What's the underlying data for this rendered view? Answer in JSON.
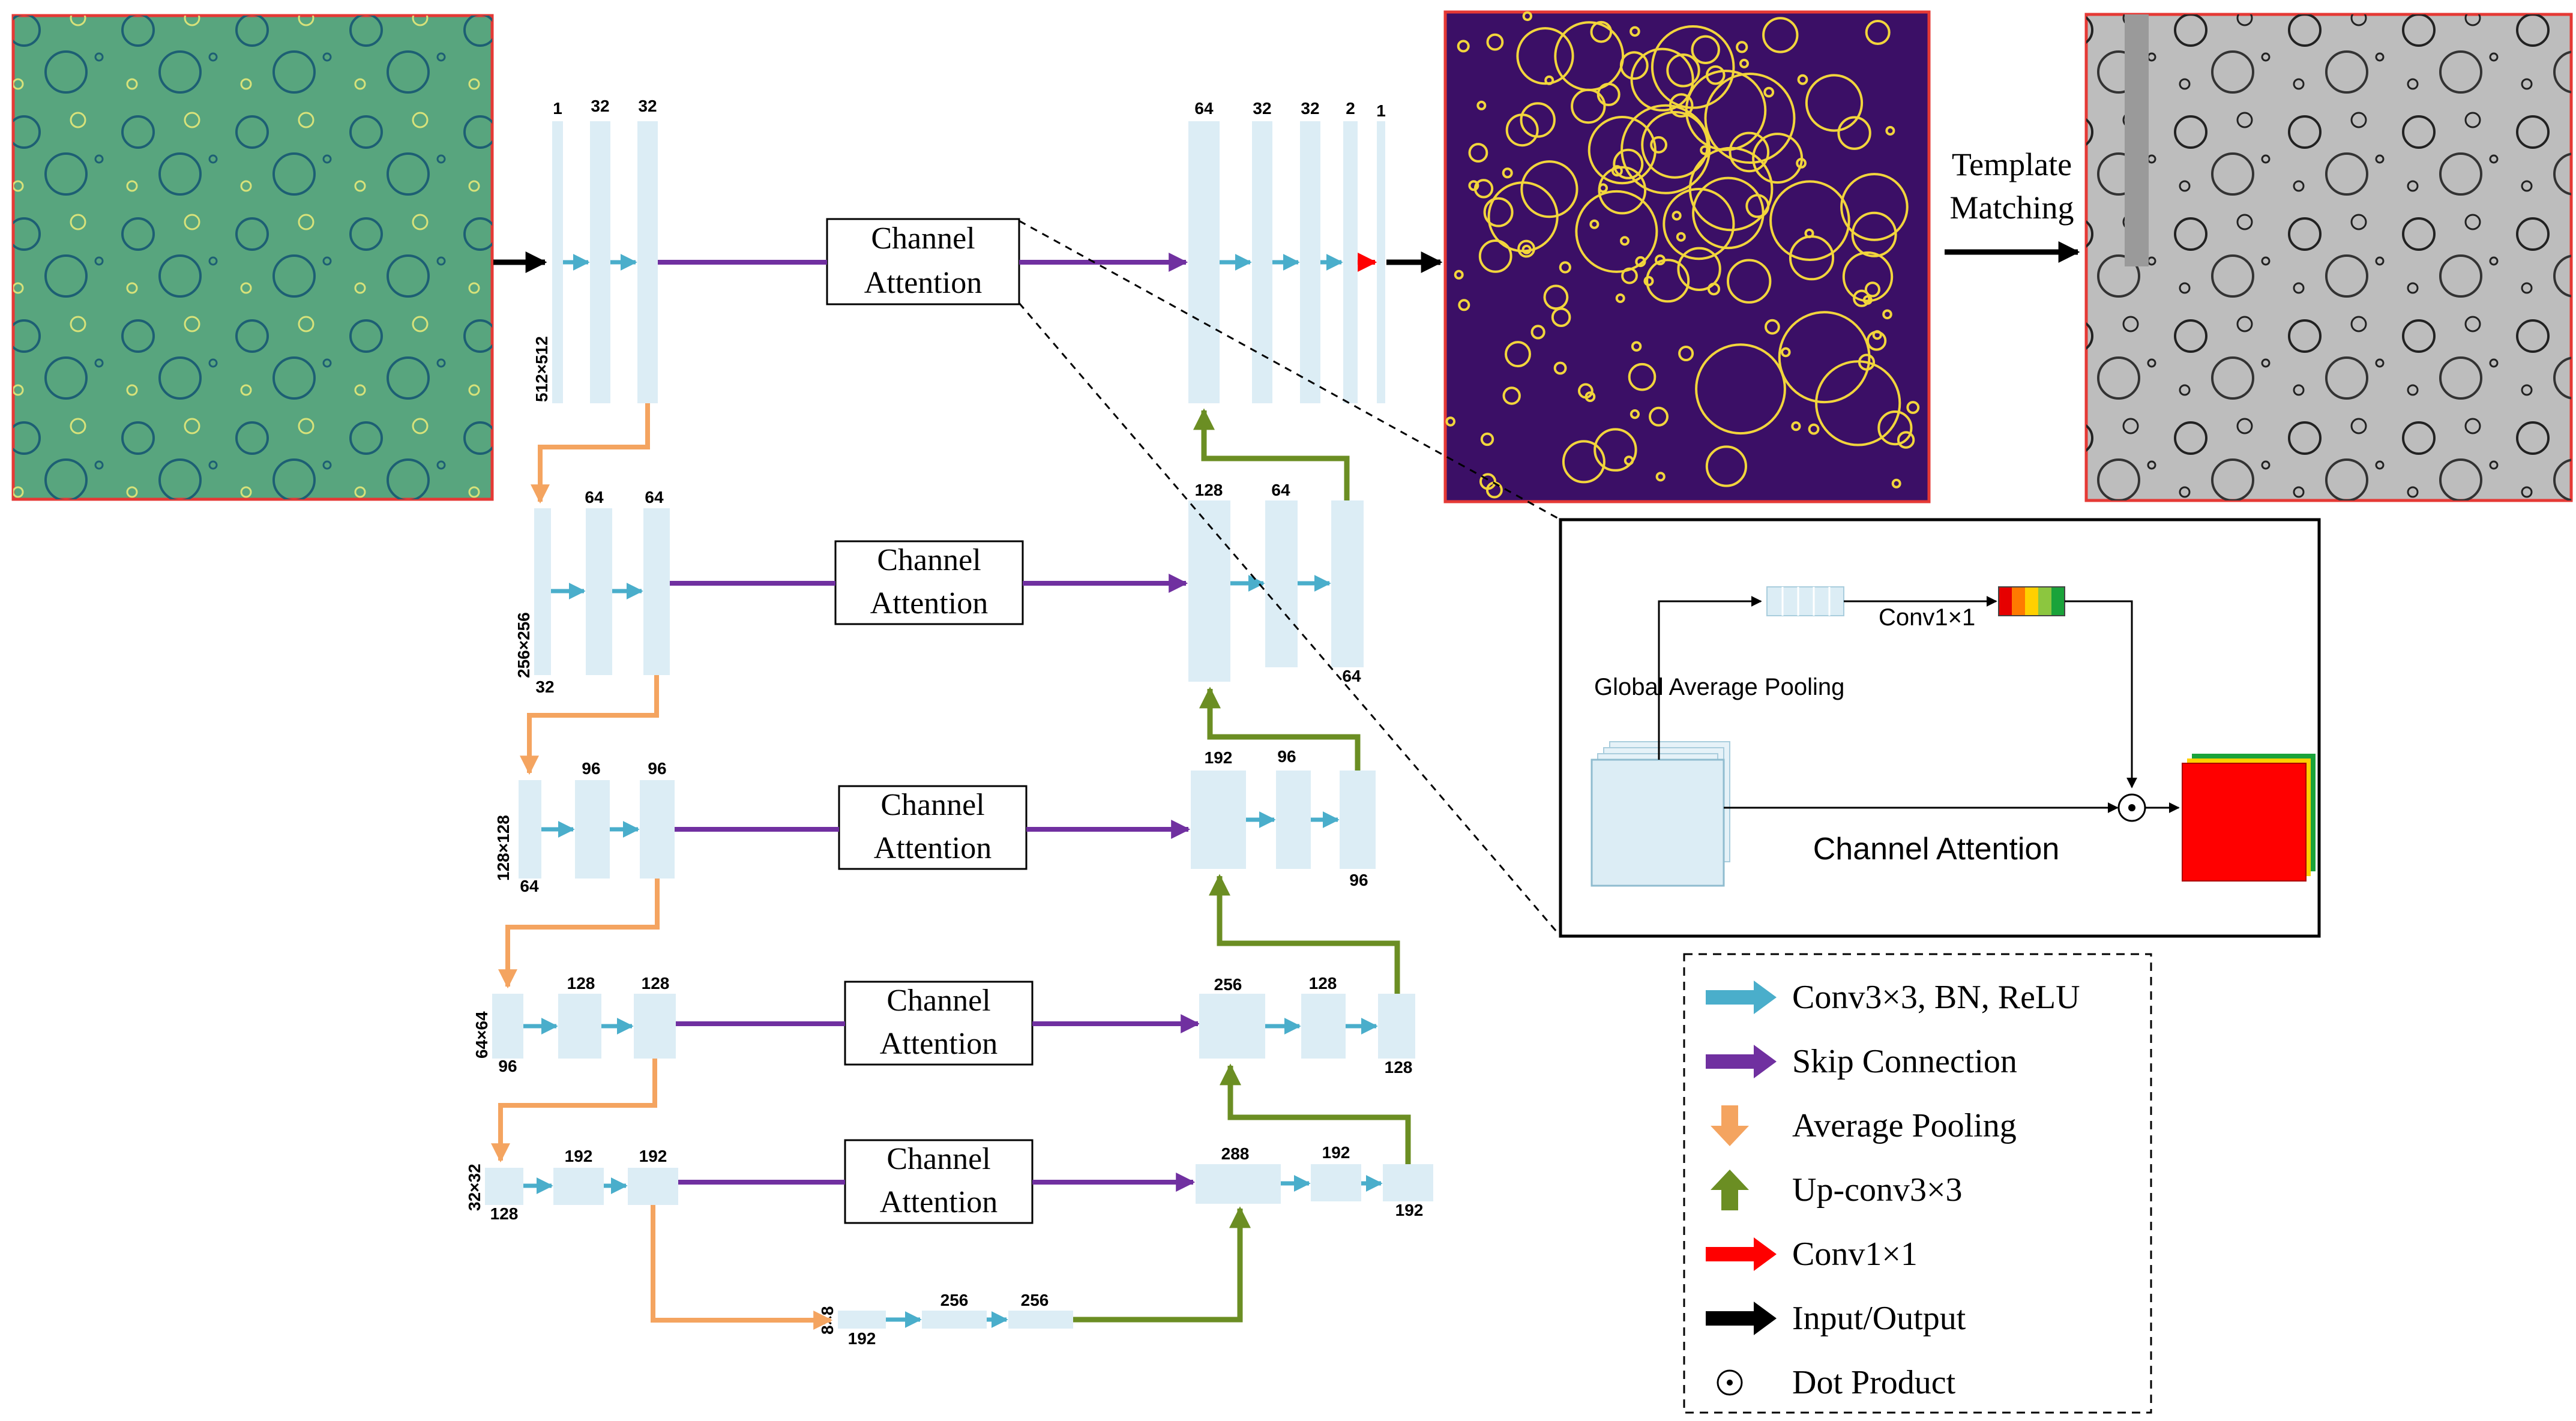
{
  "encoder": {
    "l1": {
      "res": "512×512",
      "c_in": "1",
      "c_a": "32",
      "c_b": "32"
    },
    "l2": {
      "res": "256×256",
      "c_in": "32",
      "c_a": "64",
      "c_b": "64"
    },
    "l3": {
      "res": "128×128",
      "c_in": "64",
      "c_a": "96",
      "c_b": "96"
    },
    "l4": {
      "res": "64×64",
      "c_in": "96",
      "c_a": "128",
      "c_b": "128"
    },
    "l5": {
      "res": "32×32",
      "c_in": "128",
      "c_a": "192",
      "c_b": "192"
    },
    "bottleneck": {
      "res": "8×8",
      "c_in": "192",
      "c_a": "256",
      "c_b": "256"
    }
  },
  "decoder": {
    "l1": {
      "c_a": "64",
      "c_b": "32",
      "c_c": "32",
      "c_d": "2",
      "c_e": "1"
    },
    "l2": {
      "c_a": "128",
      "c_b": "64",
      "c_c": "64"
    },
    "l3": {
      "c_a": "192",
      "c_b": "96",
      "c_c": "96"
    },
    "l4": {
      "c_a": "256",
      "c_b": "128",
      "c_c": "128"
    },
    "l5": {
      "c_a": "288",
      "c_b": "192",
      "c_c": "192"
    }
  },
  "ca_box": {
    "line1": "Channel",
    "line2": "Attention"
  },
  "template": {
    "line1": "Template",
    "line2": "Matching"
  },
  "inset": {
    "gap": "Global Average Pooling",
    "conv": "Conv1×1",
    "title": "Channel Attention"
  },
  "legend": [
    {
      "label": "Conv3×3, BN, ReLU",
      "icon": "right-arrow",
      "color": "#4aaecb"
    },
    {
      "label": "Skip Connection",
      "icon": "right-arrow",
      "color": "#7030a0"
    },
    {
      "label": "Average Pooling",
      "icon": "down-arrow",
      "color": "#f4a460"
    },
    {
      "label": "Up-conv3×3",
      "icon": "up-arrow",
      "color": "#6b8e23"
    },
    {
      "label": "Conv1×1",
      "icon": "right-arrow",
      "color": "#ff0000"
    },
    {
      "label": "Input/Output",
      "icon": "right-arrow",
      "color": "#000000"
    },
    {
      "label": "Dot Product",
      "icon": "circle-dot",
      "color": "#000000"
    }
  ],
  "colors": {
    "block": "#dcedf5",
    "conv": "#4aaecb",
    "skip": "#7030a0",
    "pool": "#f4a460",
    "up": "#6b8e23",
    "conv1x1": "#ff0000",
    "io": "#000000",
    "frame": "#e53935",
    "mask_bg": "#3b0f66",
    "ring": "#f2d53c"
  }
}
